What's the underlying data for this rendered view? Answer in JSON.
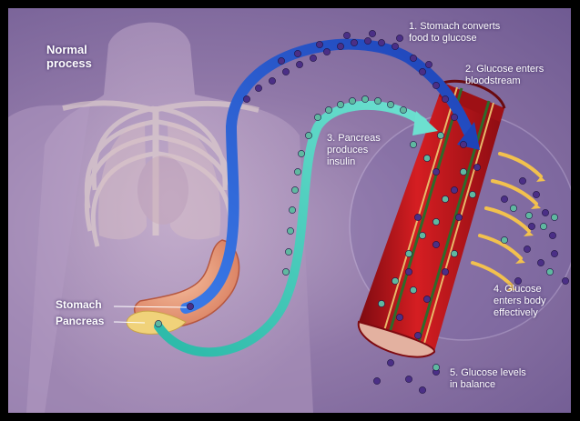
{
  "diagram": {
    "title": "Normal\nprocess",
    "steps": [
      {
        "text": "1. Stomach converts\nfood to glucose"
      },
      {
        "text": "2. Glucose enters\nbloodstream"
      },
      {
        "text": "3. Pancreas\nproduces\ninsulin"
      },
      {
        "text": "4. Glucose\nenters body\neffectively"
      },
      {
        "text": "5. Glucose levels\nin balance"
      }
    ],
    "organ_labels": {
      "stomach": "Stomach",
      "pancreas": "Pancreas"
    },
    "colors": {
      "glucose_dot": "#4b2f86",
      "insulin_dot": "#5fb8a0",
      "blood_vessel": "#c4161c",
      "glucose_arrow": "#2a5fd6",
      "insulin_arrow": "#3fd0b8",
      "body_flow_arrow": "#f2c14e"
    },
    "icons": [
      "blue-glucose-arrow-icon",
      "teal-insulin-arrow-icon",
      "yellow-glucose-arrows-icon"
    ]
  }
}
